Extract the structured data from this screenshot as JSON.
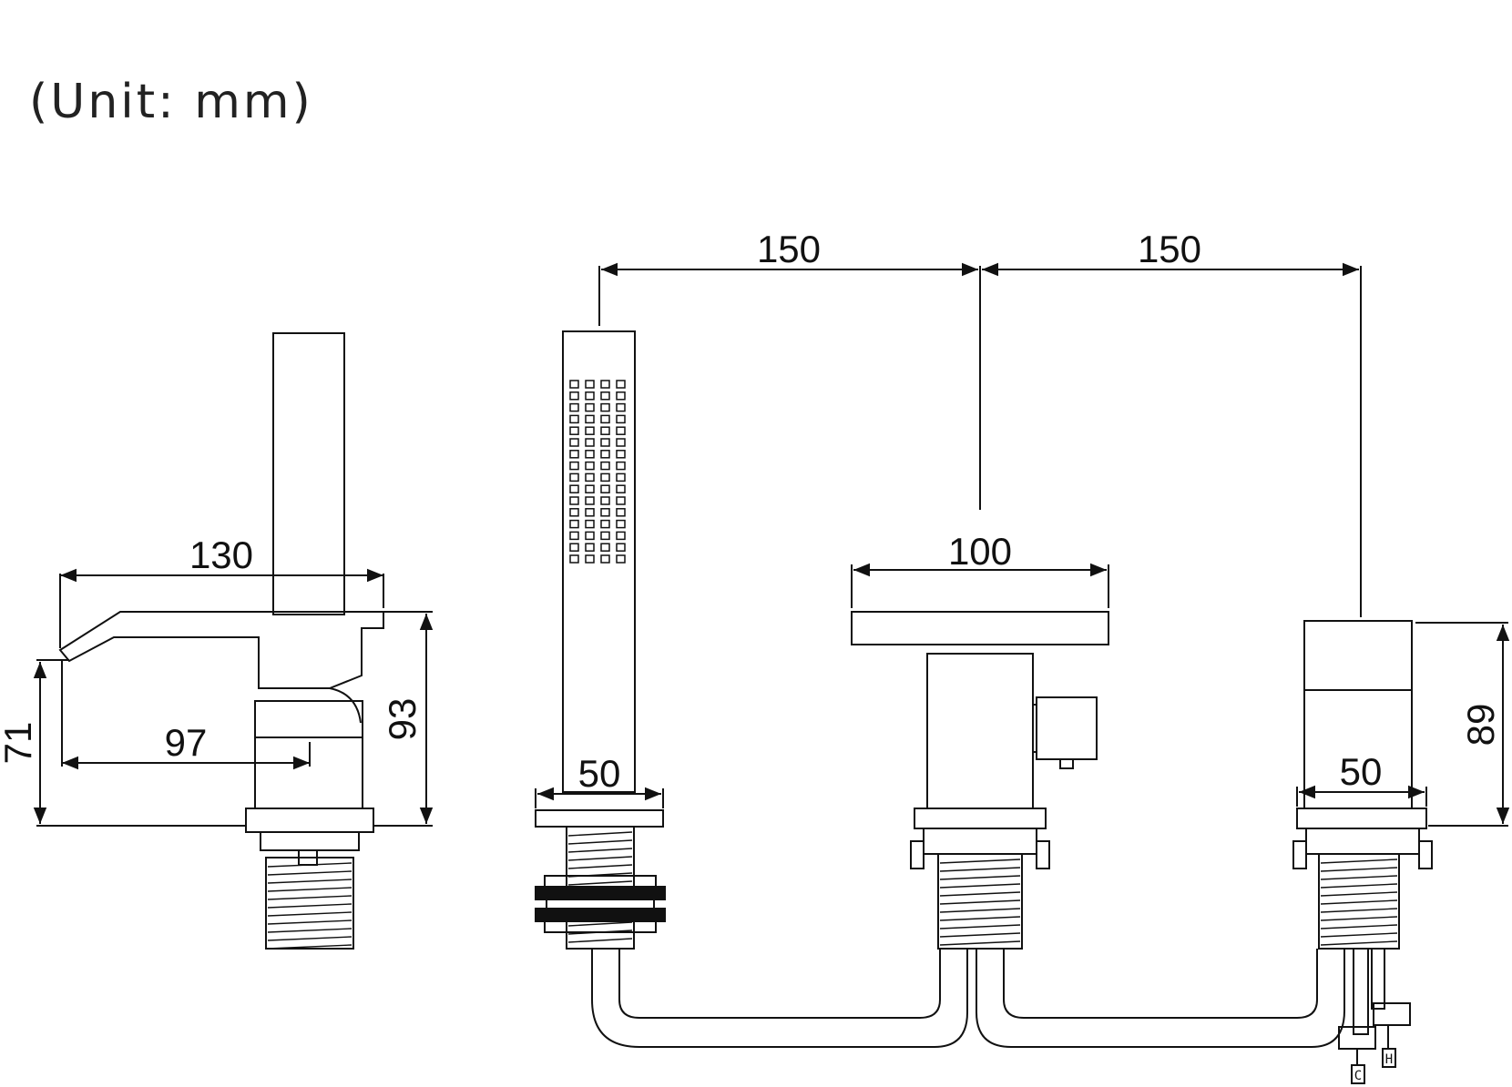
{
  "unit_label": "(Unit: mm)",
  "dimensions": {
    "side_length": "130",
    "side_spout_reach": "97",
    "side_spout_height": "71",
    "side_total_height": "93",
    "spacing_left": "150",
    "spacing_right": "150",
    "handshower_base_width": "50",
    "mixer_lever_width": "100",
    "valve_base_width": "50",
    "valve_height": "89"
  },
  "ports": {
    "cold": "C",
    "hot": "H"
  }
}
